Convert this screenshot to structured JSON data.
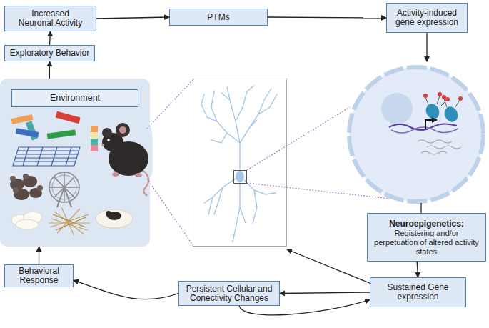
{
  "diagram": {
    "nodes": [
      {
        "text": [
          "Increased Neuronal Activity"
        ]
      },
      {
        "text": [
          "PTMs"
        ]
      },
      {
        "text": [
          "Activity-induced gene expression"
        ]
      },
      {
        "text": [
          "Exploratory Behavior"
        ]
      },
      {
        "text": [
          "Environment"
        ]
      },
      {
        "text": [
          "Neuroepigenetics:",
          "Registering and/or perpetuation of altered activity states"
        ]
      },
      {
        "text": [
          "Behavioral Response"
        ]
      },
      {
        "text": [
          "Persistent Cellular and Conectivity Changes"
        ]
      },
      {
        "text": [
          "Sustained Gene expression"
        ]
      }
    ],
    "edges": [
      {
        "from": 3,
        "to": 0,
        "arrow": "to"
      },
      {
        "from": 0,
        "to": 1,
        "arrow": "to"
      },
      {
        "from": 1,
        "to": 2,
        "arrow": "to"
      },
      {
        "from": 5,
        "to": 8,
        "arrow": "to"
      },
      {
        "from": 8,
        "to": 7,
        "arrow": "to"
      },
      {
        "from": 7,
        "to": 8,
        "arrow": "to"
      },
      {
        "from": 7,
        "to": 6,
        "arrow": "to"
      },
      {
        "from": 6,
        "to": 4,
        "arrow": "to"
      },
      {
        "from": 4,
        "to": 3,
        "arrow": "to"
      }
    ]
  }
}
